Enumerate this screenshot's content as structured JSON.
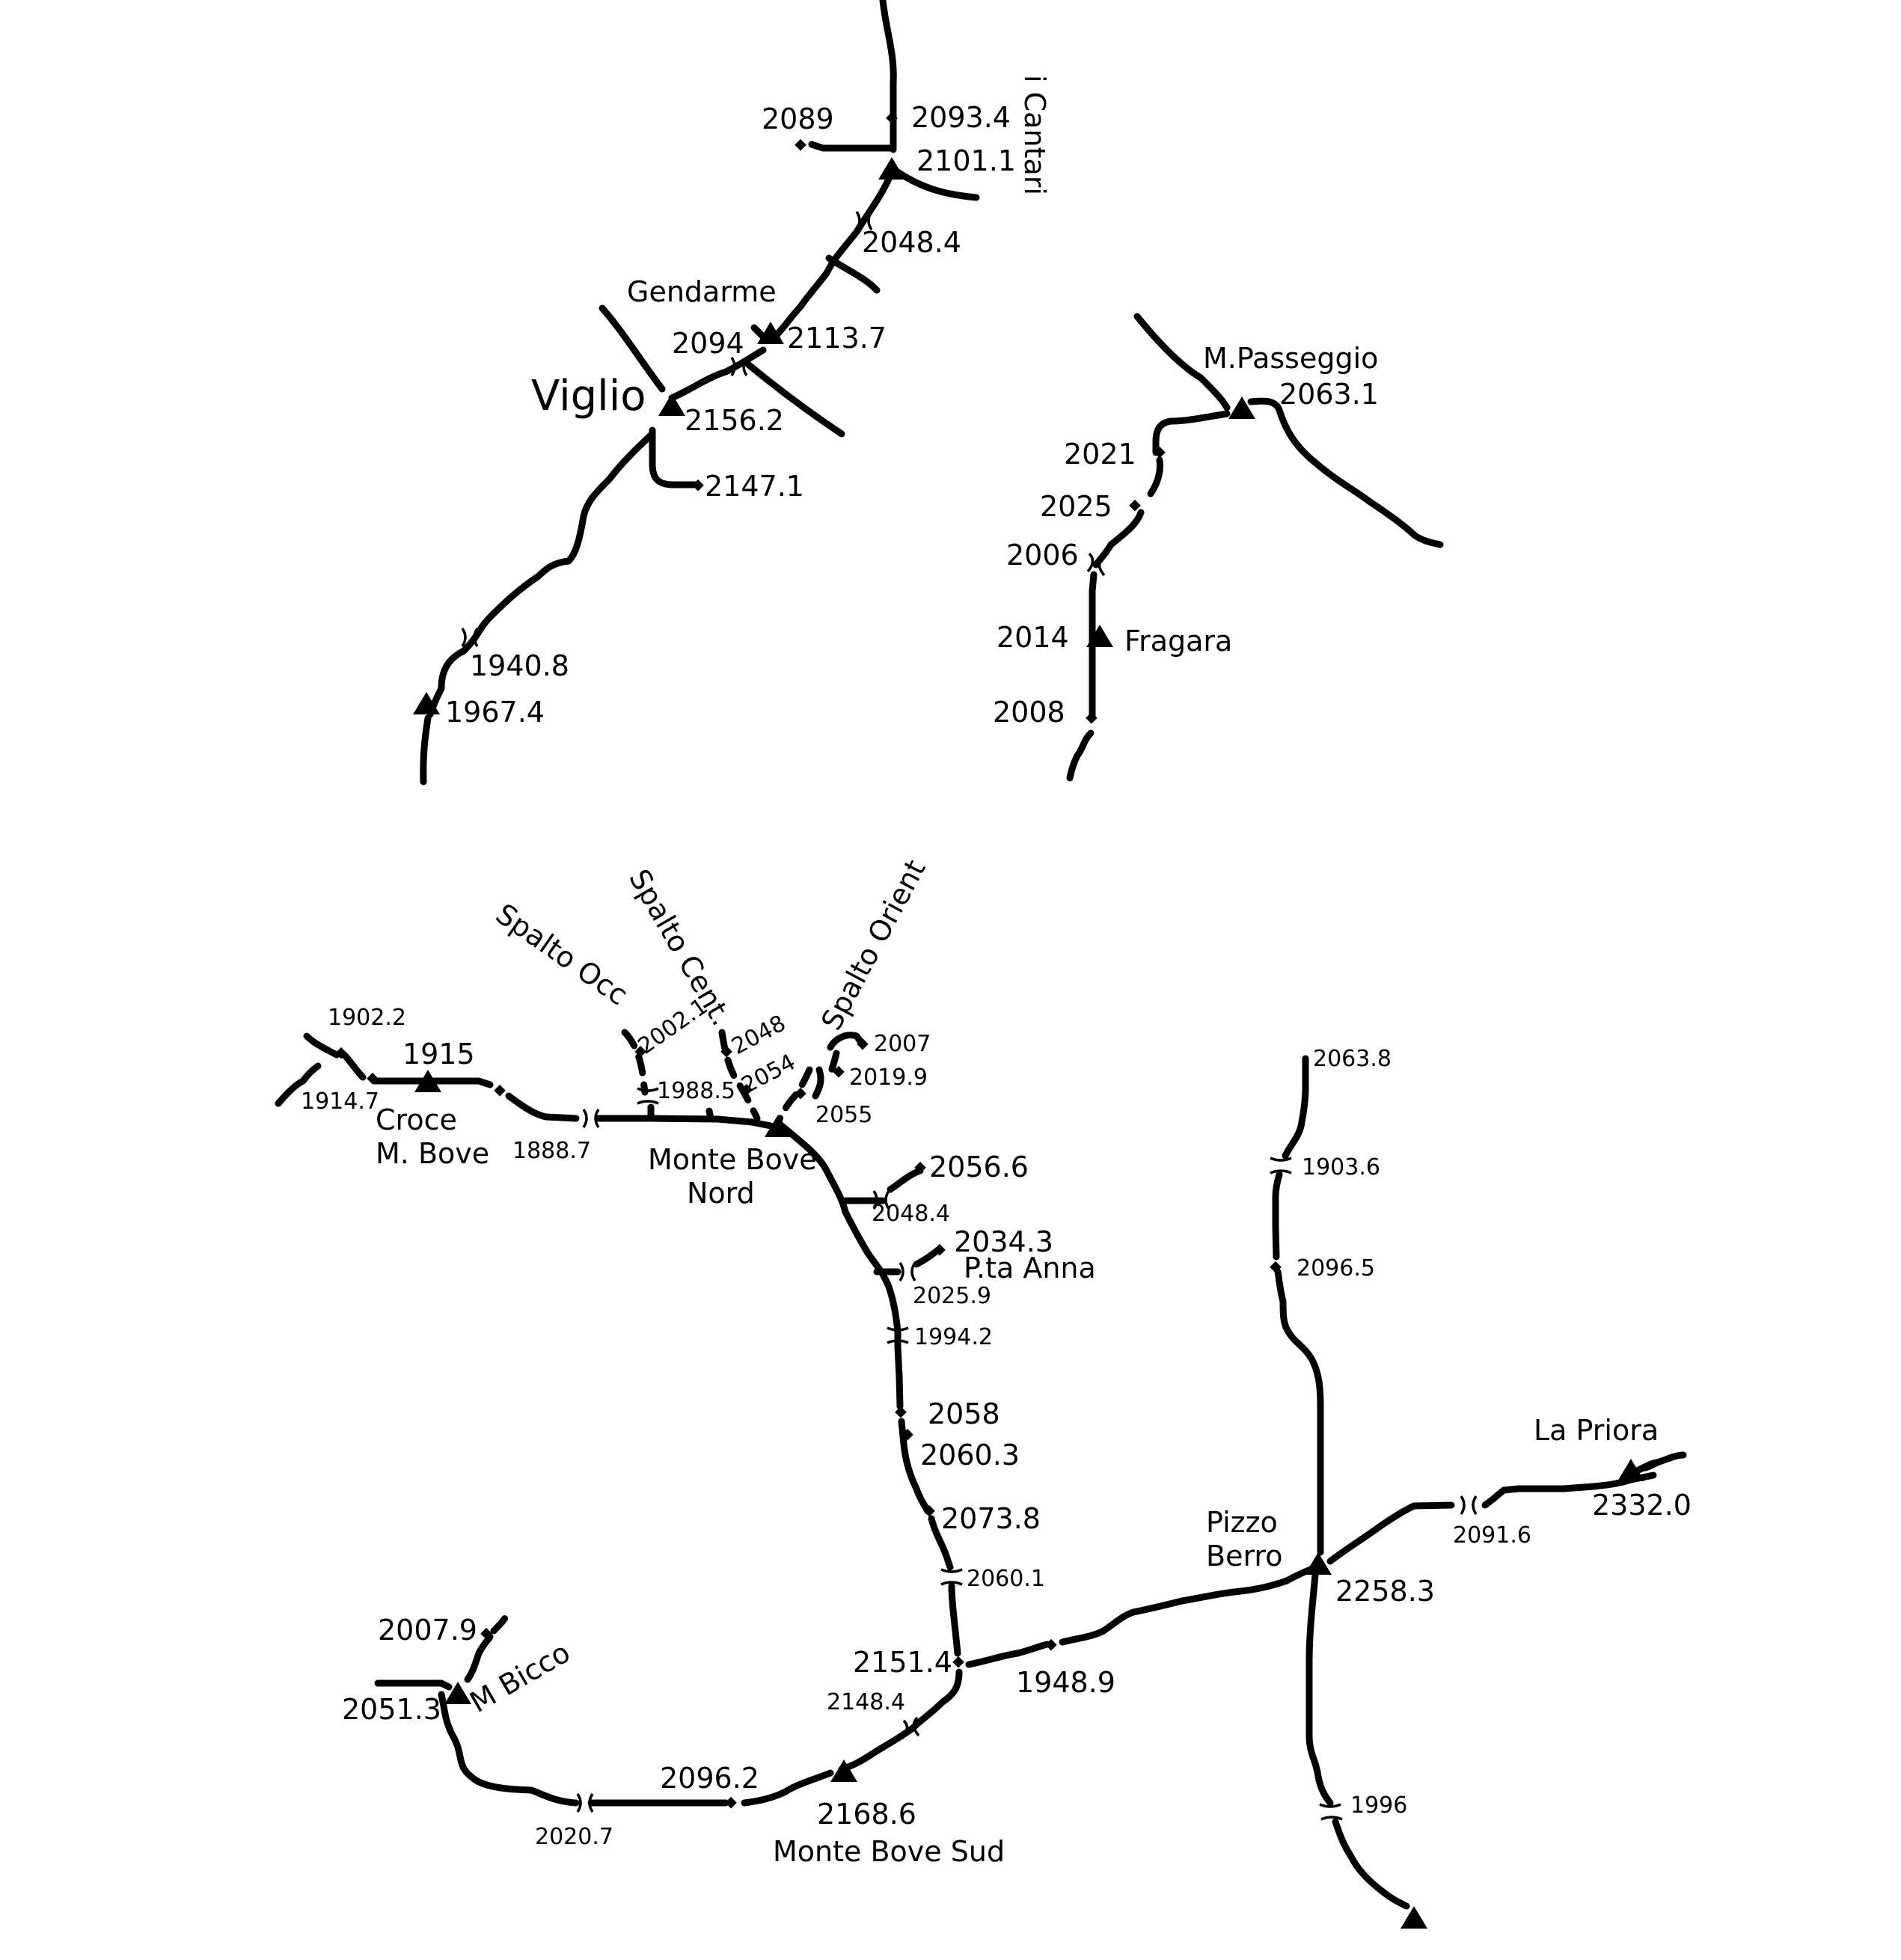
{
  "colors": {
    "ink": "#000000",
    "background": "#ffffff"
  },
  "labels": {
    "i_cantari": "i Cantari",
    "gendarme": "Gendarme",
    "viglio": "Viglio",
    "m_passeggio": "M.Passeggio",
    "fragara": "Fragara",
    "spalto_occ": "Spalto Occ",
    "spalto_cent": "Spalto Cent.",
    "spalto_orient": "Spalto Orient",
    "croce_1": "Croce",
    "croce_2": "M. Bove",
    "bove_nord_1": "Monte Bove",
    "bove_nord_2": "Nord",
    "pta_anna": "P.ta Anna",
    "m_bicco": "M Bicco",
    "bove_sud": "Monte Bove Sud",
    "pizzo_1": "Pizzo",
    "pizzo_2": "Berro",
    "la_priora": "La Priora"
  },
  "elevations": {
    "e2089": "2089",
    "e2093_4": "2093.4",
    "e2101_1": "2101.1",
    "e2048_4a": "2048.4",
    "e2094": "2094",
    "e2113_7": "2113.7",
    "e2156_2": "2156.2",
    "e2147_1": "2147.1",
    "e1940_8": "1940.8",
    "e1967_4": "1967.4",
    "e2063_1": "2063.1",
    "e2021": "2021",
    "e2025": "2025",
    "e2006": "2006",
    "e2014": "2014",
    "e2008": "2008",
    "e1902_2": "1902.2",
    "e1915": "1915",
    "e1914_7": "1914.7",
    "e1888_7": "1888.7",
    "e2002_1": "2002.1",
    "e1988_5": "1988.5",
    "e2048": "2048",
    "e2054": "2054",
    "e2007": "2007",
    "e2019_9": "2019.9",
    "e2055": "2055",
    "e2056_6": "2056.6",
    "e2048_4b": "2048.4",
    "e2034_3": "2034.3",
    "e2025_9": "2025.9",
    "e1994_2": "1994.2",
    "e2058": "2058",
    "e2060_3": "2060.3",
    "e2073_8": "2073.8",
    "e2060_1": "2060.1",
    "e2151_4": "2151.4",
    "e1948_9": "1948.9",
    "e2148_4": "2148.4",
    "e2168_6": "2168.6",
    "e2096_2": "2096.2",
    "e2020_7": "2020.7",
    "e2007_9": "2007.9",
    "e2051_3": "2051.3",
    "e2063_8": "2063.8",
    "e1903_6": "1903.6",
    "e2096_5": "2096.5",
    "e2258_3": "2258.3",
    "e1996": "1996",
    "e2091_6": "2091.6",
    "e2332_0": "2332.0"
  }
}
